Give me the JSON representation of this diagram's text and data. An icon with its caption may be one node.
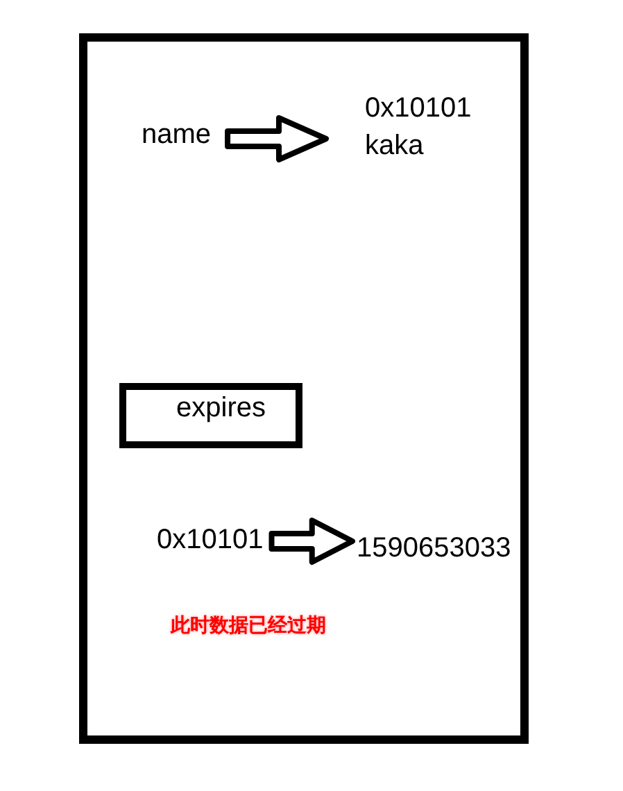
{
  "diagram": {
    "nodes": [
      {
        "text": [],
        "shape": "box"
      },
      {
        "text": [
          "name"
        ],
        "in": 0
      },
      {
        "text": [
          "0x10101",
          "kaka"
        ],
        "in": 0
      },
      {
        "text": [
          "expires"
        ],
        "in": 0
      },
      {
        "text": [
          "0x10101"
        ],
        "in": 0
      },
      {
        "text": [
          "1590653033"
        ],
        "in": 0
      }
    ],
    "edges": [
      {
        "from": 1,
        "to": 2,
        "arrow": "to"
      },
      {
        "from": 4,
        "to": 5,
        "arrow": "to"
      }
    ],
    "labels": [
      "此时数据已经过期"
    ]
  }
}
